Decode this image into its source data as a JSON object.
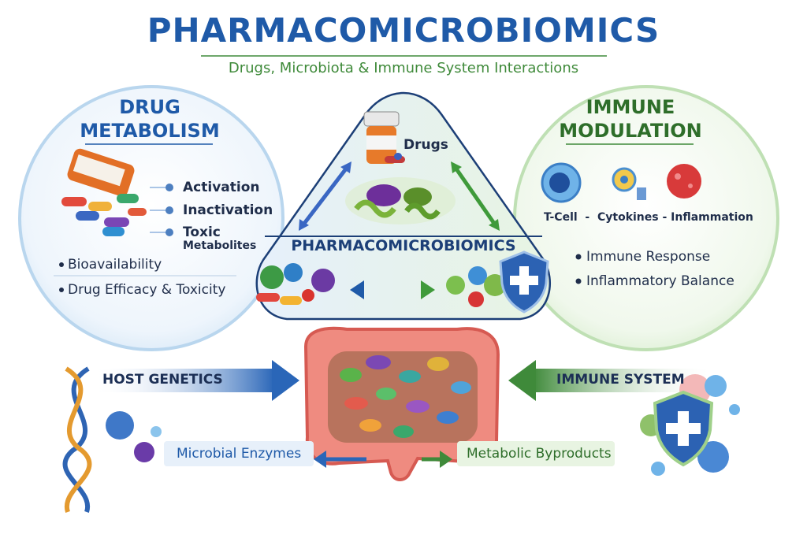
{
  "header": {
    "title": "PHARMACOMICROBIOMICS",
    "subtitle": "Drugs, Microbiota & Immune System Interactions"
  },
  "left_panel": {
    "title_line1": "DRUG",
    "title_line2": "METABOLISM",
    "pathways": [
      "Activation",
      "Inactivation",
      "Toxic",
      "Metabolites"
    ],
    "bullets": [
      "Bioavailability",
      "Drug Efficacy & Toxicity"
    ]
  },
  "center_panel": {
    "drugs_label": "Drugs",
    "title": "PHARMACOMICROBIOMICS"
  },
  "right_panel": {
    "title_line1": "IMMUNE",
    "title_line2": "MODULATION",
    "cells_label": "T-Cell  -  Cytokines - Inflammation",
    "bullets": [
      "Immune Response",
      "Inflammatory Balance"
    ]
  },
  "bottom": {
    "host_genetics": "HOST GENETICS",
    "immune_system": "IMMUNE SYSTEM",
    "microbial_enzymes": "Microbial Enzymes",
    "metabolic_byproducts": "Metabolic Byproducts"
  },
  "colors": {
    "blue": "#1f5aa8",
    "green": "#3f8a3a",
    "dark_text": "#1f2d4a"
  }
}
